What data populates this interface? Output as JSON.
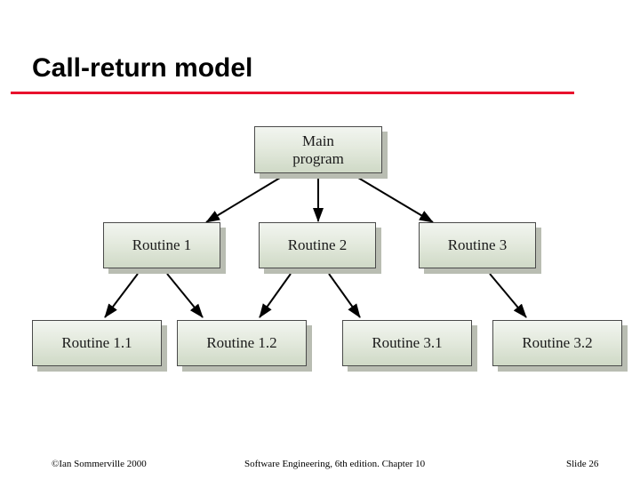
{
  "slide": {
    "title": "Call-return model",
    "accent_color": "#e8112d",
    "node_fill": "#e4eade",
    "node_border": "#4a4a4a",
    "shadow_color": "#b9bdb2"
  },
  "diagram": {
    "type": "tree",
    "nodes": [
      {
        "id": "main",
        "label": "Main\nprogram",
        "level": 0
      },
      {
        "id": "r1",
        "label": "Routine 1",
        "level": 1
      },
      {
        "id": "r2",
        "label": "Routine 2",
        "level": 1
      },
      {
        "id": "r3",
        "label": "Routine 3",
        "level": 1
      },
      {
        "id": "r11",
        "label": "Routine 1.1",
        "level": 2
      },
      {
        "id": "r12",
        "label": "Routine 1.2",
        "level": 2
      },
      {
        "id": "r31",
        "label": "Routine 3.1",
        "level": 2
      },
      {
        "id": "r32",
        "label": "Routine 3.2",
        "level": 2
      }
    ],
    "edges": [
      {
        "from": "main",
        "to": "r1"
      },
      {
        "from": "main",
        "to": "r2"
      },
      {
        "from": "main",
        "to": "r3"
      },
      {
        "from": "r1",
        "to": "r11"
      },
      {
        "from": "r1",
        "to": "r12"
      },
      {
        "from": "r2",
        "to": "r12"
      },
      {
        "from": "r2",
        "to": "r31"
      },
      {
        "from": "r3",
        "to": "r32"
      }
    ]
  },
  "footer": {
    "left": "©Ian Sommerville 2000",
    "center": "Software Engineering, 6th edition. Chapter 10",
    "right": "Slide 26"
  }
}
